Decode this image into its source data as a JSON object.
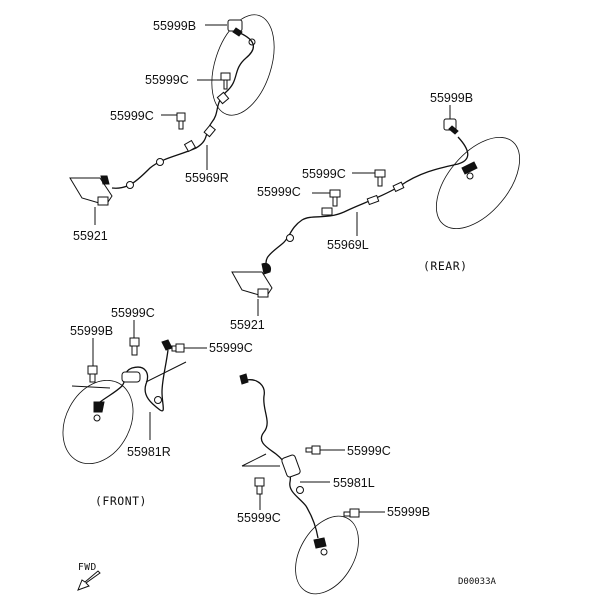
{
  "diagram": {
    "labels": {
      "rear_left_top_b": "55999B",
      "rear_left_c1": "55999C",
      "rear_left_c2": "55999C",
      "rear_left_harness": "55969R",
      "rear_left_bracket": "55921",
      "rear_right_b": "55999B",
      "rear_right_c1": "55999C",
      "rear_right_c2": "55999C",
      "rear_right_harness": "55969L",
      "rear_right_bracket": "55921",
      "front_left_c_top": "55999C",
      "front_left_b": "55999B",
      "front_left_c_right": "55999C",
      "front_left_sensor": "55981R",
      "front_right_c_top": "55999C",
      "front_right_sensor": "55981L",
      "front_right_c_bottom": "55999C",
      "front_right_b": "55999B"
    },
    "sections": {
      "rear": "(REAR)",
      "front": "(FRONT)"
    },
    "direction": "FWD",
    "code": "D00033A"
  }
}
